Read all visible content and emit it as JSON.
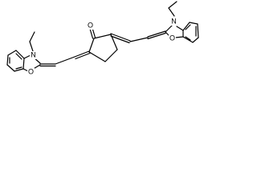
{
  "molecule": {
    "atom_labels": {
      "ketone_oxygen": "O",
      "left_ring_nitrogen": "N",
      "left_ring_oxygen": "O",
      "right_ring_nitrogen": "N",
      "right_ring_oxygen": "O"
    },
    "colors": {
      "bond": "#000000",
      "label": "#000000",
      "background": "#ffffff"
    }
  }
}
